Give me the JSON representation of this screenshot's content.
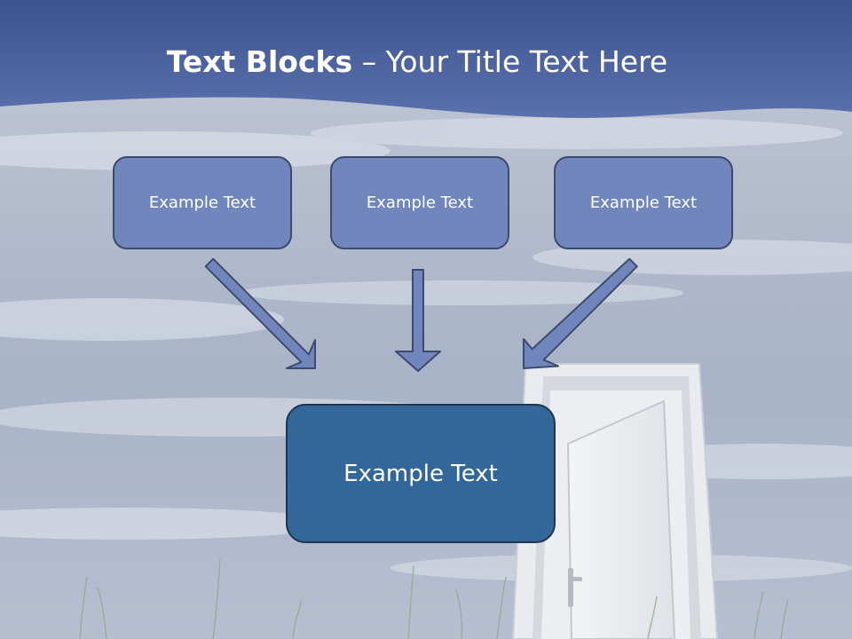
{
  "slide": {
    "title_bold": "Text Blocks",
    "title_separator": "–",
    "title_rest": "Your Title Text Here"
  },
  "diagram": {
    "source_boxes": [
      {
        "label": "Example Text"
      },
      {
        "label": "Example Text"
      },
      {
        "label": "Example Text"
      }
    ],
    "target_box": {
      "label": "Example Text"
    }
  },
  "colors": {
    "header_band": "#4b63a0",
    "source_box_fill": "#7186bc",
    "source_box_border": "#3c4a6e",
    "target_box_fill": "#33679a",
    "target_box_border": "#1d3550",
    "arrow_fill": "#7186bc",
    "arrow_stroke": "#3c4a6e"
  }
}
